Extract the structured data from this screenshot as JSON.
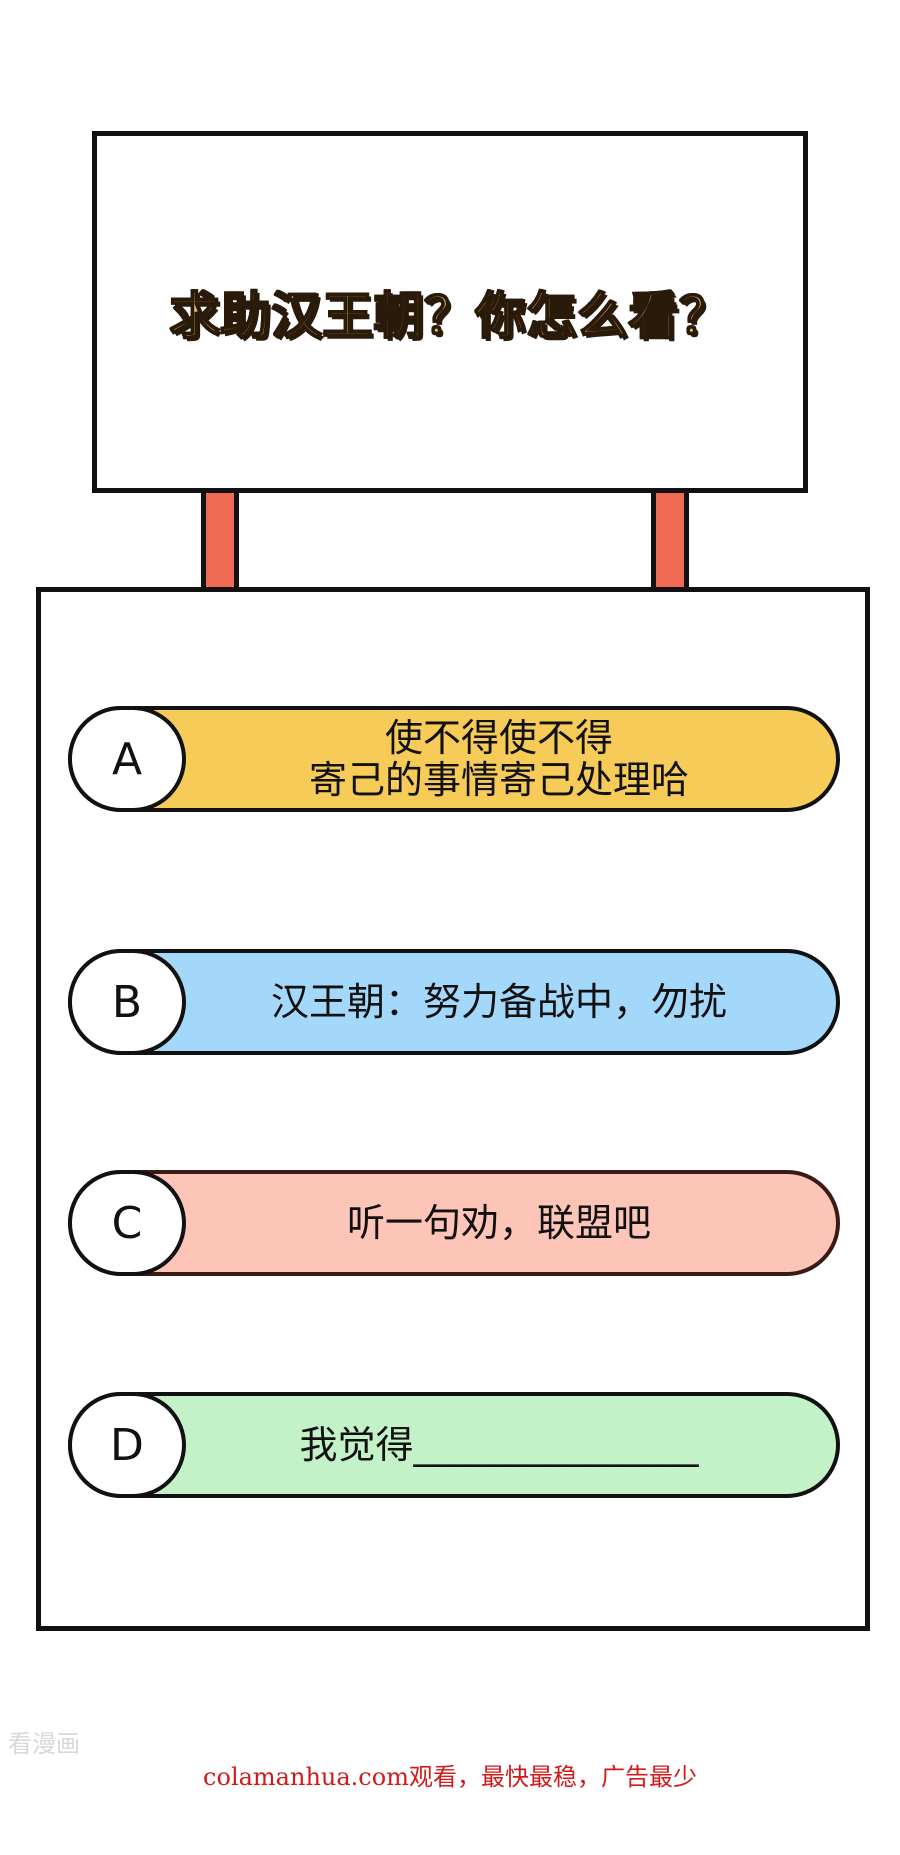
{
  "sign": {
    "title": "求助汉王朝？你怎么看？"
  },
  "options": [
    {
      "letter": "A",
      "text": "使不得使不得\n寄己的事情寄己处理哈",
      "color": "#f6cb57"
    },
    {
      "letter": "B",
      "text": "汉王朝：努力备战中，勿扰",
      "color": "#a4d8fb"
    },
    {
      "letter": "C",
      "text": "听一句劝，联盟吧",
      "color": "#fdc4b8"
    },
    {
      "letter": "D",
      "text": "我觉得_______________",
      "color": "#c4f2c8"
    }
  ],
  "watermark": "看漫画",
  "footer": {
    "ad_text": "colamanhua.com观看，最快最稳，广告最少"
  }
}
